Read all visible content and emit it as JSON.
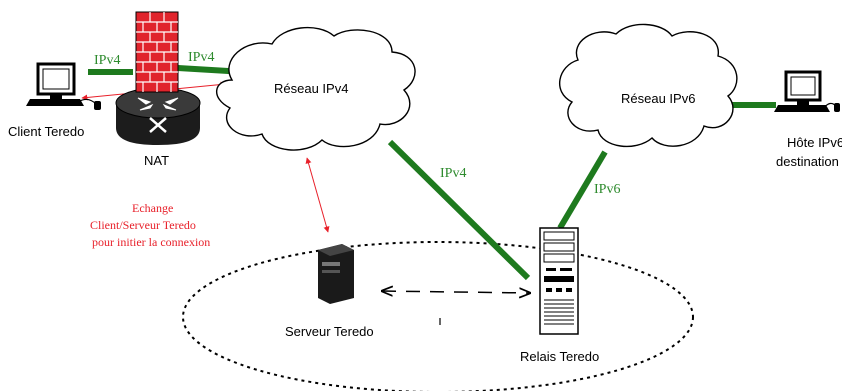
{
  "labels": {
    "client": "Client Teredo",
    "nat": "NAT",
    "ipv4_network": "Réseau IPv4",
    "ipv6_network": "Réseau IPv6",
    "host_line1": "Hôte IPv6",
    "host_line2": "destination",
    "server": "Serveur Teredo",
    "relay": "Relais Teredo"
  },
  "link_labels": {
    "client_nat": "IPv4",
    "nat_cloud": "IPv4",
    "cloud_relay": "IPv4",
    "relay_cloud6": "IPv6"
  },
  "annotation": {
    "line1": "Echange",
    "line2": "Client/Serveur Teredo",
    "line3": "pour initier la connexion"
  },
  "colors": {
    "link": "#1e7a1e",
    "link_label": "#2e8b2e",
    "exchange": "#e8202a",
    "firewall": "#e0242c",
    "router": "#1c1c1c"
  }
}
